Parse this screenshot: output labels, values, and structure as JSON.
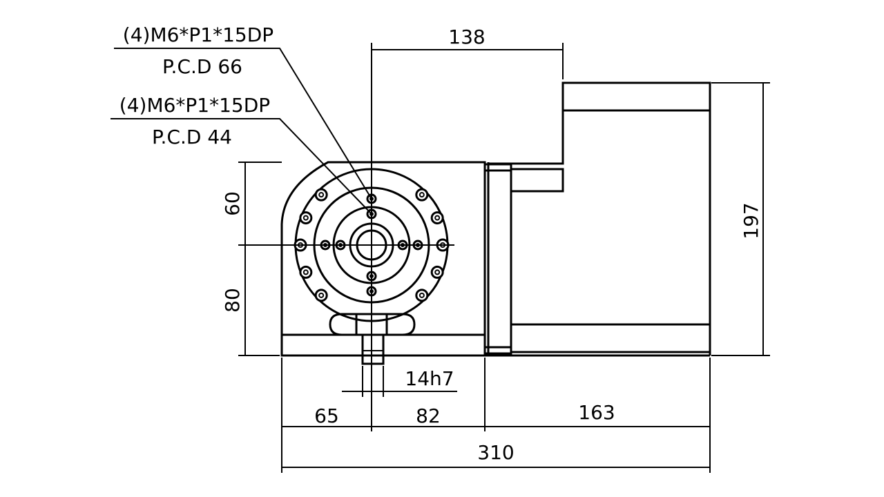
{
  "callouts": [
    {
      "thread": "(4)M6*P1*15DP",
      "pcd": "P.C.D 66"
    },
    {
      "thread": "(4)M6*P1*15DP",
      "pcd": "P.C.D 44"
    }
  ],
  "dimensions": {
    "top_width": "138",
    "height_total": "197",
    "upper_height": "60",
    "lower_height": "80",
    "shaft": "14h7",
    "left_width": "65",
    "mid_width": "82",
    "right_width": "163",
    "overall_width": "310"
  }
}
